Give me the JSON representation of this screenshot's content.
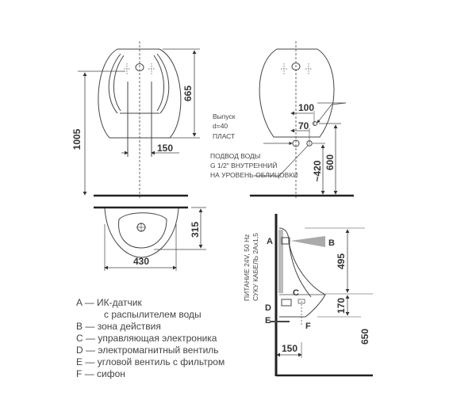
{
  "front_view": {
    "dimensions": {
      "height_total": "1005",
      "height_body": "665",
      "inlet_spacing": "150"
    }
  },
  "back_view": {
    "dimensions": {
      "offset_100": "100",
      "offset_70": "70",
      "drain_height": "~420",
      "inlet_height": "600"
    },
    "drain_note": [
      "Выпуск",
      "d=40",
      "ПЛАСТ"
    ],
    "water_supply_note": [
      "ПОДВОД ВОДЫ",
      "G 1/2\" ВНУТРЕННИЙ",
      "НА УРОВЕНЬ ОБЛИЦОВКИ"
    ]
  },
  "top_view": {
    "dimensions": {
      "depth": "315",
      "width": "430"
    }
  },
  "side_view": {
    "labels": {
      "A": "A",
      "B": "B",
      "C": "C",
      "D": "D",
      "E": "E",
      "F": "F"
    },
    "power_note": [
      "ПИТАНИЕ 24V, 50 Hz",
      "СУКУ КАБЕЛЬ 2Ax1,5"
    ],
    "dimensions": {
      "sensor_zone": "495",
      "lip_to_bottom": "170",
      "mount_height": "650",
      "wall_offset": "150"
    }
  },
  "legend": {
    "items": [
      {
        "key": "A",
        "dash": "—",
        "text": "ИК-датчик"
      },
      {
        "key": "",
        "dash": "",
        "text": "с распылителем воды"
      },
      {
        "key": "B",
        "dash": "—",
        "text": "зона действия"
      },
      {
        "key": "C",
        "dash": "—",
        "text": "управляющая электроника"
      },
      {
        "key": "D",
        "dash": "—",
        "text": "электромагнитный вентиль"
      },
      {
        "key": "E",
        "dash": "—",
        "text": "угловой вентиль с фильтром"
      },
      {
        "key": "F",
        "dash": "—",
        "text": "сифон"
      }
    ]
  }
}
